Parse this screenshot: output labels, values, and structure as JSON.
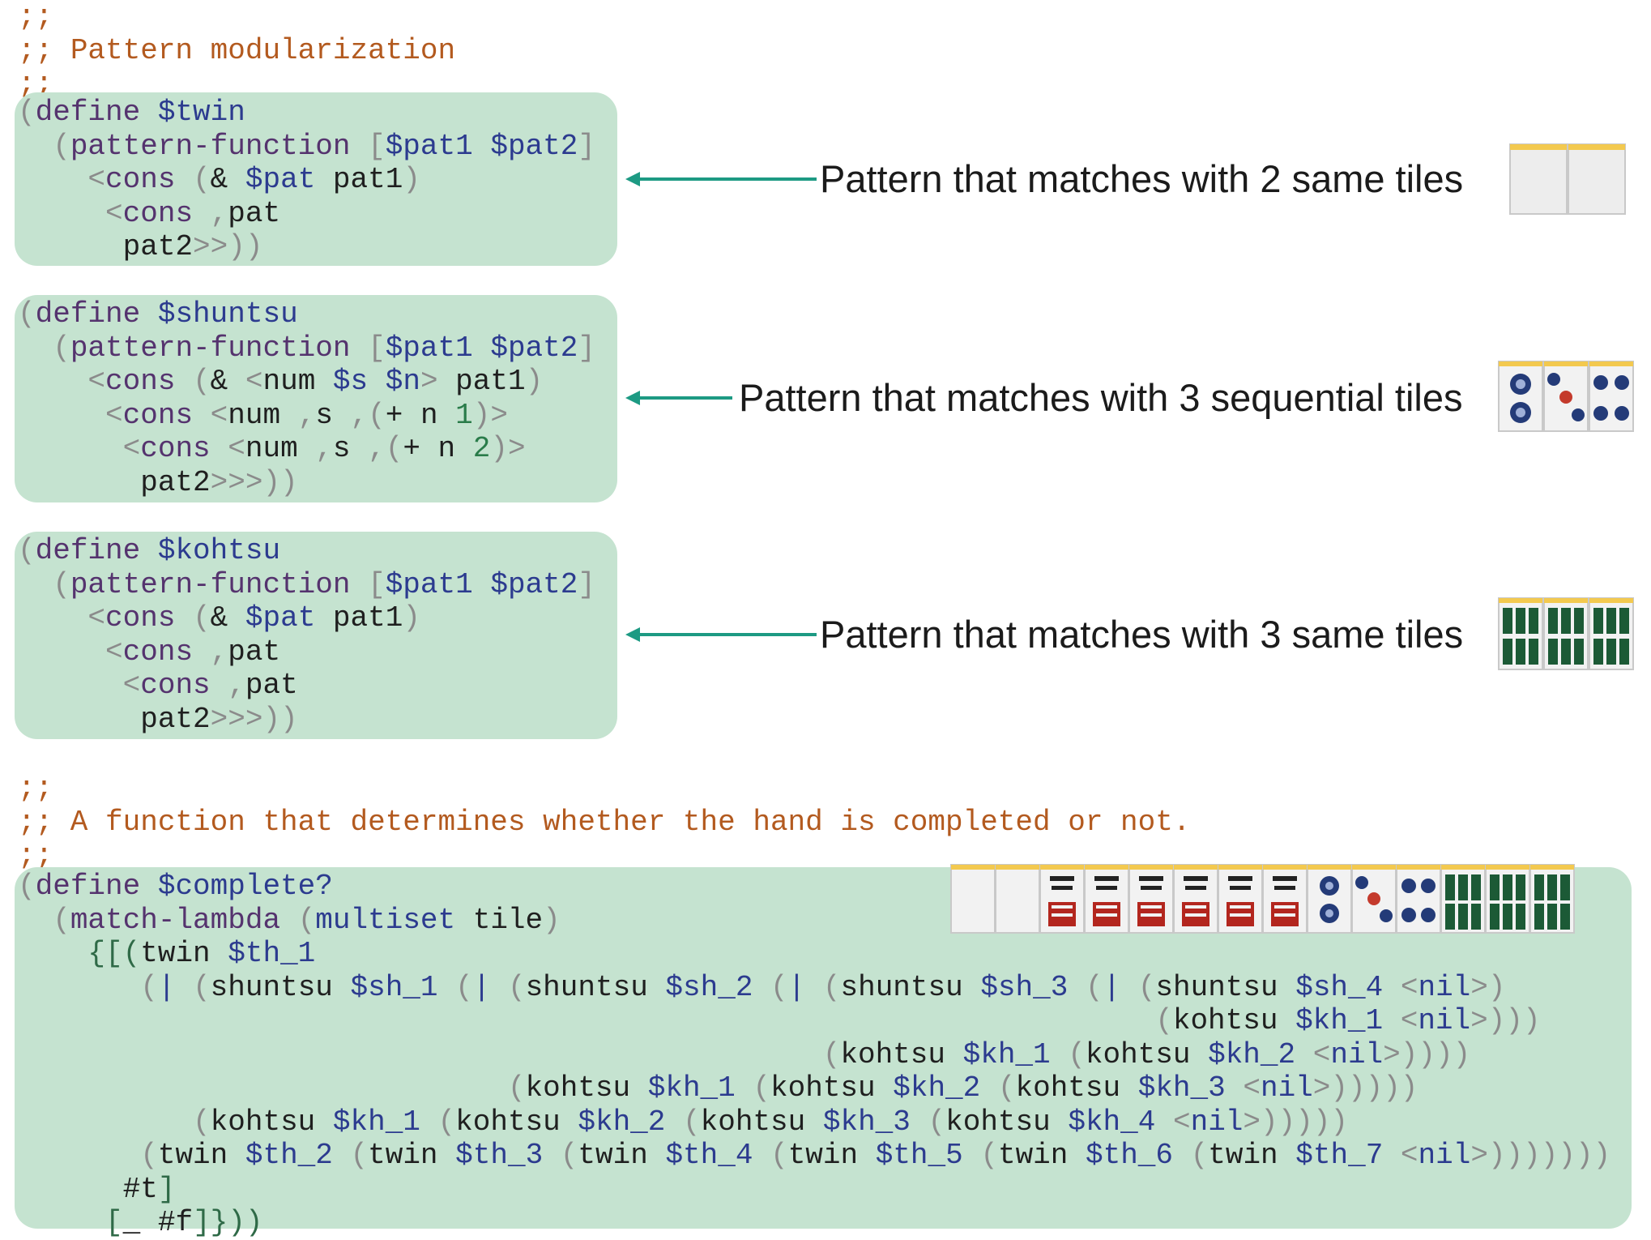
{
  "comments": {
    "section1": ";; Pattern modularization",
    "section2": ";; A function that determines whether the hand is completed or not."
  },
  "definitions": [
    {
      "name": "$twin",
      "label": "Pattern that matches with 2 same tiles",
      "tiles": "2 blank tiles"
    },
    {
      "name": "$shuntsu",
      "label": "Pattern that matches with 3 sequential tiles",
      "tiles": "circles 2-3-4"
    },
    {
      "name": "$kohtsu",
      "label": "Pattern that matches with 3 same tiles",
      "tiles": "3 bamboo tiles"
    },
    {
      "name": "$complete?",
      "tiles": "14-tile complete hand"
    }
  ],
  "colors": {
    "box": "#c5e3d0",
    "comment": "#b35a1f",
    "keyword": "#55336e",
    "variable": "#2c3b8f",
    "arrow": "#1d9a83"
  },
  "icons": [
    "arrow-left-icon",
    "mahjong-blank-tile",
    "mahjong-circle-tile",
    "mahjong-bamboo-tile",
    "mahjong-character-tile"
  ]
}
